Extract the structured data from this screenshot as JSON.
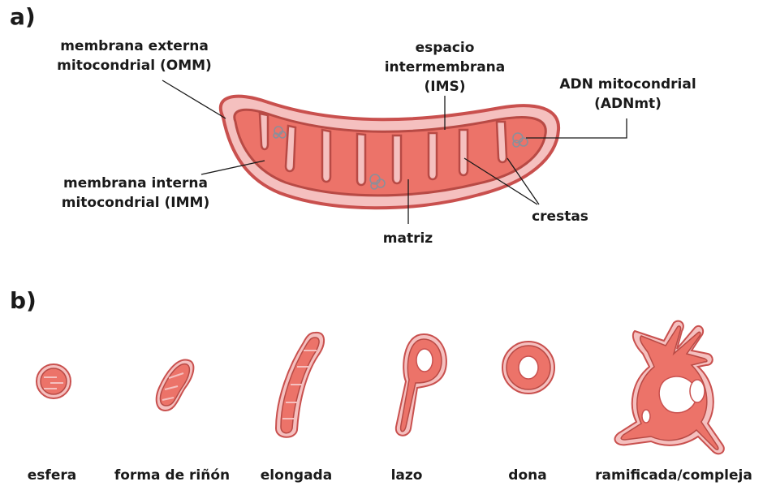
{
  "panel_a": {
    "label": "a)",
    "omm": [
      "membrana externa",
      "mitocondrial (OMM)"
    ],
    "imm": [
      "membrana interna",
      "mitocondrial (IMM)"
    ],
    "ims": [
      "espacio",
      "intermembrana",
      "(IMS)"
    ],
    "mtdna": [
      "ADN mitocondrial",
      "(ADNmt)"
    ],
    "cristae": "crestas",
    "matrix": "matriz"
  },
  "panel_b": {
    "label": "b)",
    "shapes": [
      "esfera",
      "forma de riñón",
      "elongada",
      "lazo",
      "dona",
      "ramificada/compleja"
    ]
  },
  "colors": {
    "outer_membrane": "#c9504e",
    "ims_fill": "#f5c0bf",
    "matrix_fill": "#ec7369",
    "cristae_stroke": "#b84a45",
    "dna": "#8a8f9a"
  }
}
